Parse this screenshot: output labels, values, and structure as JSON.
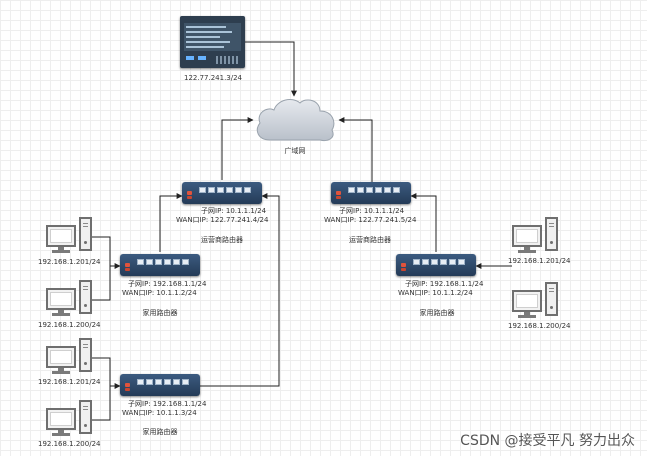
{
  "server": {
    "ip": "122.77.241.3/24"
  },
  "cloud": {
    "label": "广域网"
  },
  "carrier_routers": [
    {
      "subnet_ip": "子网IP:   10.1.1.1/24",
      "wan_ip": "WAN口IP:   122.77.241.4/24",
      "name": "运营商路由器"
    },
    {
      "subnet_ip": "子网IP:   10.1.1.1/24",
      "wan_ip": "WAN口IP:   122.77.241.5/24",
      "name": "运营商路由器"
    }
  ],
  "home_routers": [
    {
      "subnet_ip": "子网IP:   192.168.1.1/24",
      "wan_ip": "WAN口IP:   10.1.1.2/24",
      "name": "家用路由器"
    },
    {
      "subnet_ip": "子网IP:   192.168.1.1/24",
      "wan_ip": "WAN口IP:   10.1.1.3/24",
      "name": "家用路由器"
    },
    {
      "subnet_ip": "子网IP:   192.168.1.1/24",
      "wan_ip": "WAN口IP:   10.1.1.2/24",
      "name": "家用路由器"
    }
  ],
  "hosts": [
    {
      "ip": "192.168.1.201/24"
    },
    {
      "ip": "192.168.1.200/24"
    },
    {
      "ip": "192.168.1.201/24"
    },
    {
      "ip": "192.168.1.200/24"
    },
    {
      "ip": "192.168.1.201/24"
    },
    {
      "ip": "192.168.1.200/24"
    }
  ],
  "watermark": "CSDN @接受平凡 努力出众",
  "colors": {
    "router": "#2f4a6b",
    "port_led": "#e0533c",
    "server": "#2e3e4f",
    "line": "#222222"
  }
}
